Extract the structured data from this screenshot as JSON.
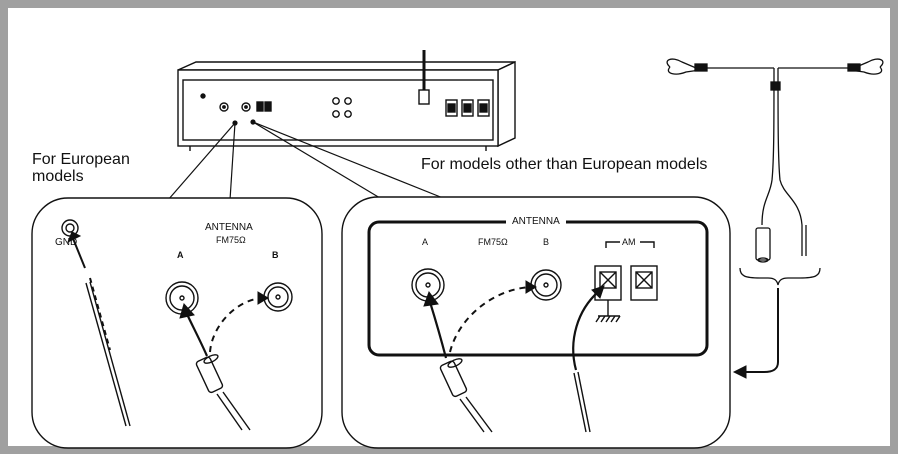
{
  "captions": {
    "european_line1": "For European",
    "european_line2": "models",
    "other_models": "For models other than European models"
  },
  "european_panel": {
    "gnd_label": "GND",
    "antenna_label": "ANTENNA",
    "fm_label": "FM75Ω",
    "terminal_a": "A",
    "terminal_b": "B"
  },
  "other_panel": {
    "antenna_label": "ANTENNA",
    "terminal_a": "A",
    "fm_label": "FM75Ω",
    "terminal_b": "B",
    "am_label": "AM"
  },
  "colors": {
    "frame_border": "#a0a0a0",
    "line": "#111111"
  }
}
